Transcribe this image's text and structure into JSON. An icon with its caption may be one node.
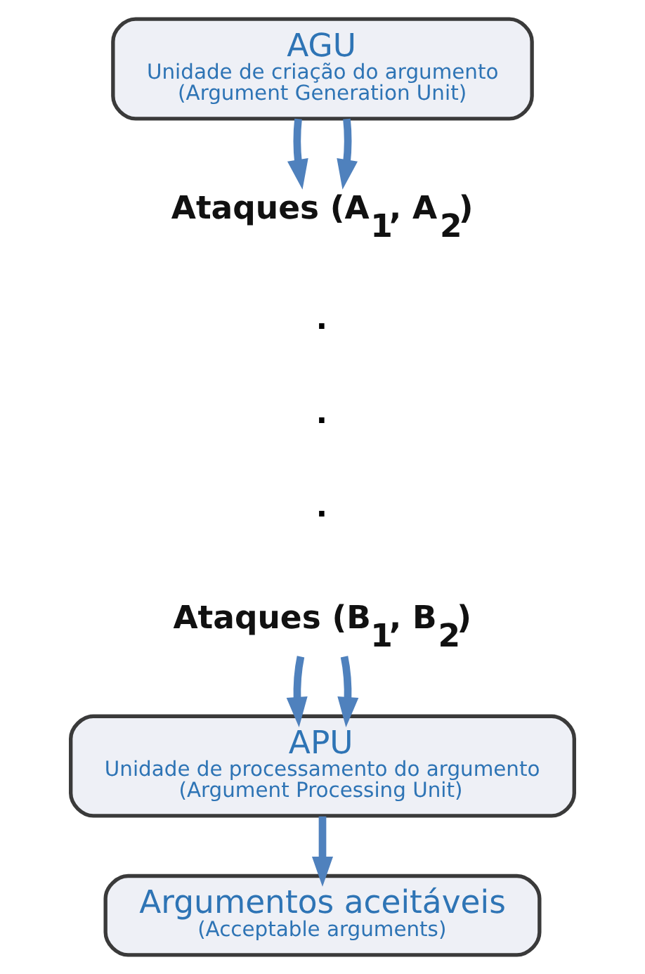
{
  "diagram": {
    "nodes": [
      {
        "text": [
          "AGU",
          "Unidade de criação do argumento",
          "(Argument Generation Unit)"
        ]
      },
      {
        "text": [
          "Ataques (A$_{1}$, A$_{2}$)"
        ]
      },
      {
        "text": [
          "Ataques (B$_{1}$, B$_{2}$)"
        ]
      },
      {
        "text": [
          "APU",
          "Unidade de processamento do argumento",
          "(Argument Processing Unit)"
        ]
      },
      {
        "text": [
          "Argumentos aceitáveis",
          "(Acceptable arguments)"
        ]
      }
    ],
    "edges": [
      {
        "from": 0,
        "to": 1,
        "arrow": "to"
      },
      {
        "from": 0,
        "to": 1,
        "arrow": "to"
      },
      {
        "from": 2,
        "to": 3,
        "arrow": "to"
      },
      {
        "from": 2,
        "to": 3,
        "arrow": "to"
      },
      {
        "from": 3,
        "to": 4,
        "arrow": "to"
      }
    ],
    "labels": [
      ".",
      ".",
      "."
    ]
  }
}
